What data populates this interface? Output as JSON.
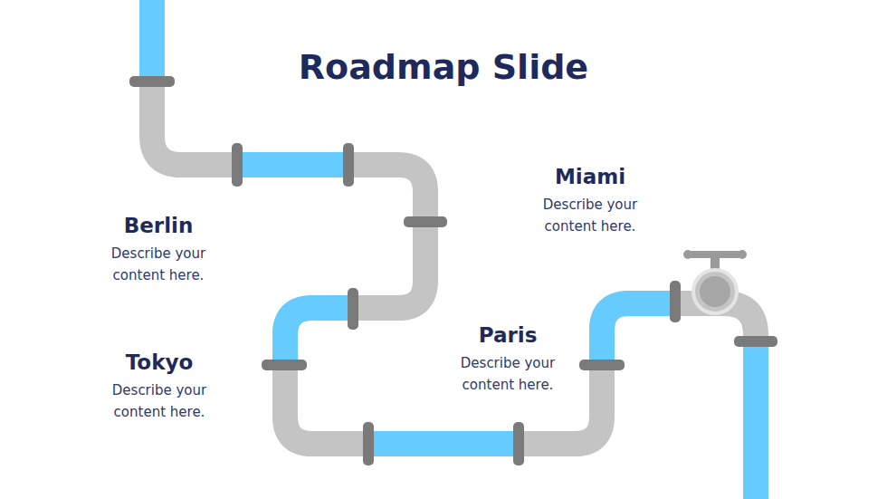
{
  "diagram": {
    "title": "Roadmap Slide",
    "labels": [
      "Miami",
      "Describe your content here.",
      "Berlin",
      "Describe your content here.",
      "Paris",
      "Describe your content here.",
      "Tokyo",
      "Describe your content here."
    ]
  }
}
